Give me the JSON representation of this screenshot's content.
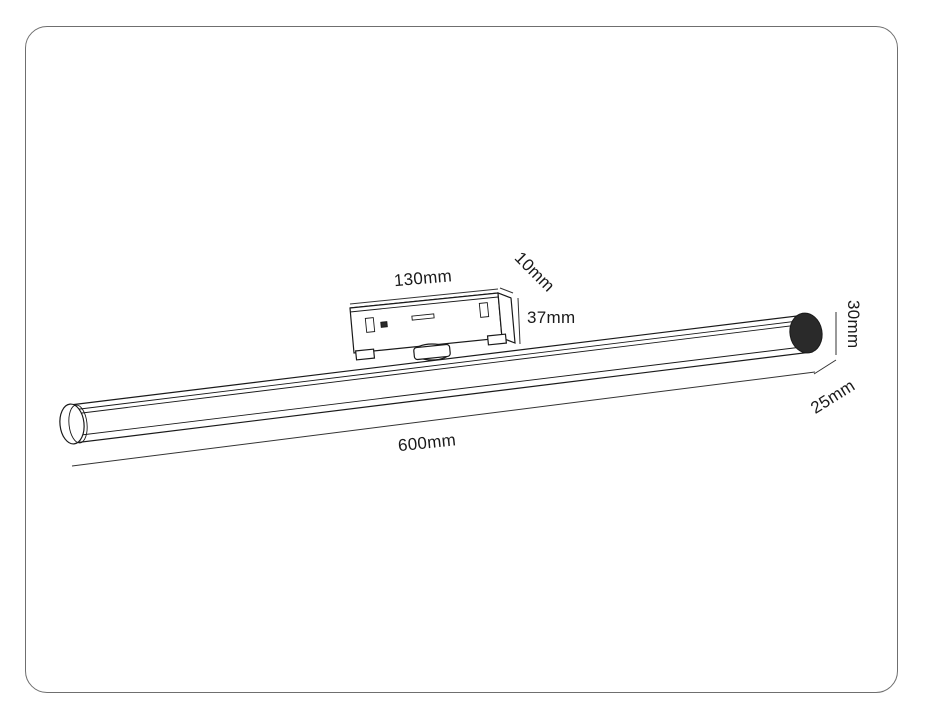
{
  "drawing": {
    "dimensions": {
      "length": "600mm",
      "adapter_length": "130mm",
      "adapter_depth": "10mm",
      "adapter_height": "37mm",
      "height": "30mm",
      "width": "25mm"
    }
  },
  "colors": {
    "line": "#1a1a1a",
    "frame": "#6f6f6f",
    "background": "#ffffff"
  }
}
